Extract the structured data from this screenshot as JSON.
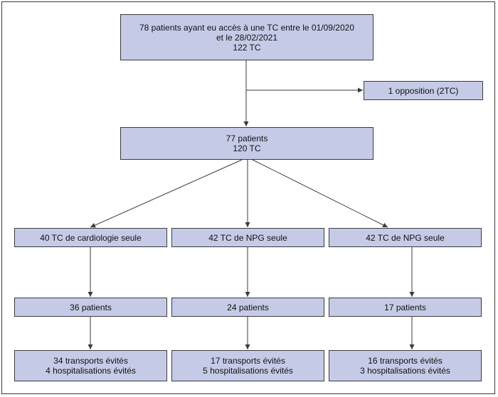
{
  "top": {
    "line1": "78 patients ayant eu accès à une TC entre le 01/09/2020",
    "line2": "et le 28/02/2021",
    "line3": "122 TC"
  },
  "excluded": {
    "label": "1 opposition (2TC)"
  },
  "mid": {
    "line1": "77 patients",
    "line2": "120 TC"
  },
  "columns": [
    {
      "category": "40 TC de cardiologie seule",
      "patients": "36 patients",
      "transports": "34 transports évités",
      "hospitalisations": "4 hospitalisations évités"
    },
    {
      "category": "42 TC de NPG seule",
      "patients": "24 patients",
      "transports": "17 transports évités",
      "hospitalisations": "5 hospitalisations évités"
    },
    {
      "category": "42 TC de NPG seule",
      "patients": "17 patients",
      "transports": "16 transports évités",
      "hospitalisations": "3 hospitalisations évités"
    }
  ],
  "colors": {
    "box_fill": "#c5cbe7",
    "stroke": "#3a3a3a"
  }
}
